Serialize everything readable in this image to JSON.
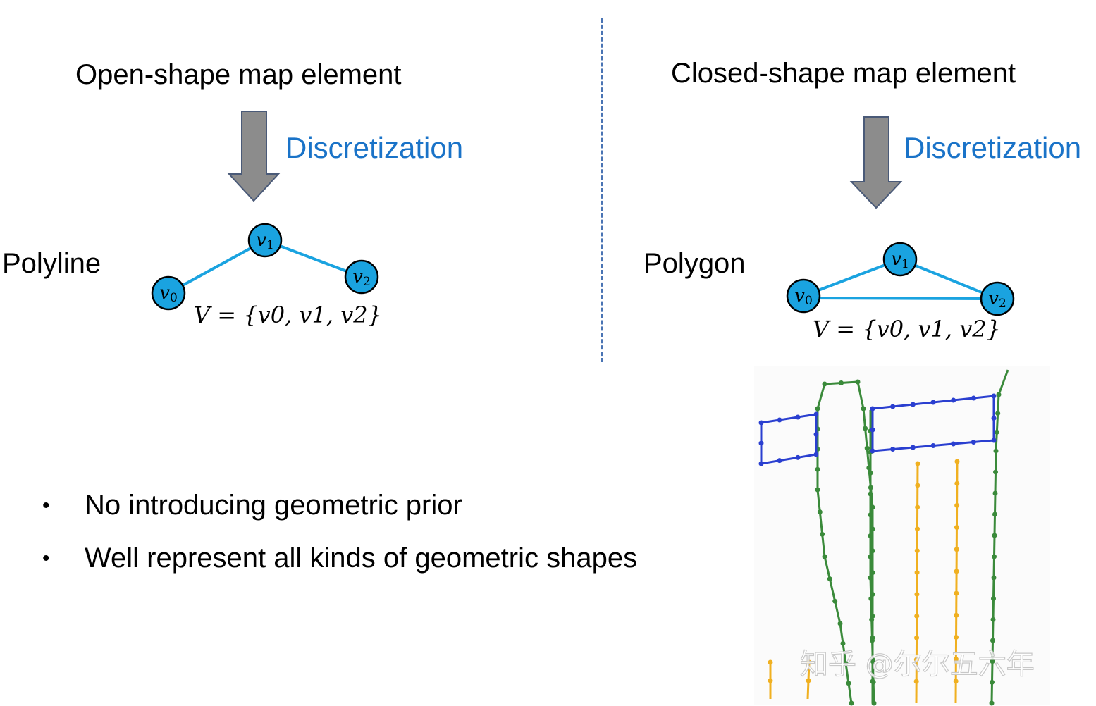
{
  "left": {
    "heading": "Open-shape map element",
    "arrow_label": "Discretization",
    "shape_label": "Polyline",
    "vertices": [
      "v0",
      "v1",
      "v2"
    ],
    "vertex_set": "V = {v0, v1, v2}"
  },
  "right": {
    "heading": "Closed-shape map element",
    "arrow_label": "Discretization",
    "shape_label": "Polygon",
    "vertices": [
      "v0",
      "v1",
      "v2"
    ],
    "vertex_set": "V = {v0, v1, v2}"
  },
  "bullets": [
    "No introducing geometric prior",
    "Well represent all kinds of geometric shapes"
  ],
  "watermark": "知乎 @尔尔五六年",
  "colors": {
    "arrow": "#8c8c8c",
    "arrow_stroke": "#4a5a78",
    "vertex_fill": "#1aa3e0",
    "edge": "#1aa3e0",
    "discretization_text": "#1a73c8",
    "divider": "#4a74b4",
    "map_boundary": "#3a8a3a",
    "map_crossing": "#2a3fd0",
    "map_divider": "#f0b020"
  }
}
